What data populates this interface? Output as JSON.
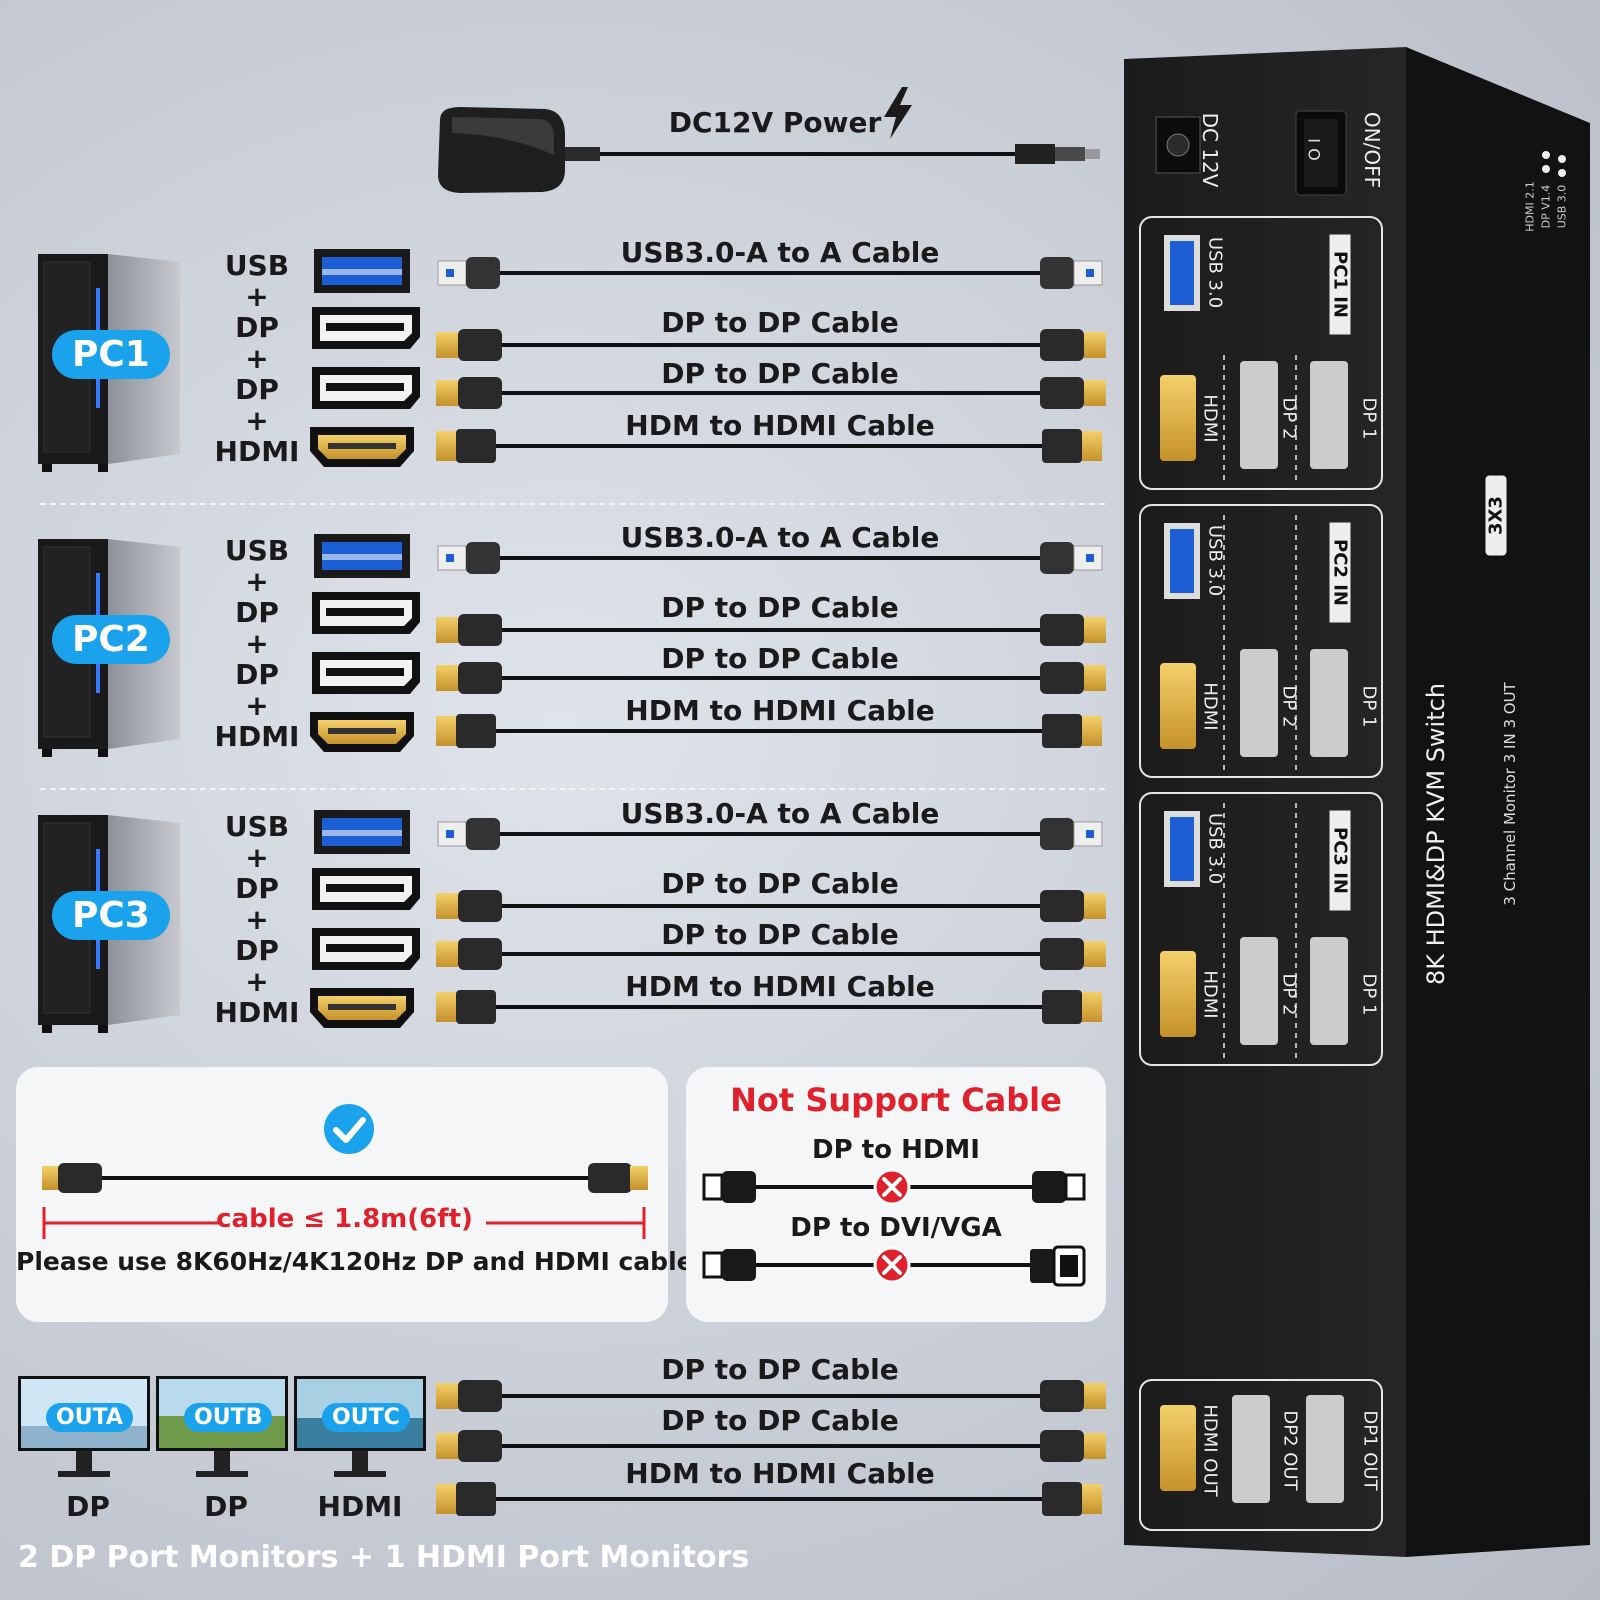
{
  "power": {
    "label": "DC12V Power"
  },
  "pcs": [
    {
      "name": "PC1",
      "stack": [
        "USB",
        "+",
        "DP",
        "+",
        "DP",
        "+",
        "HDMI"
      ],
      "cables": [
        "USB3.0-A to A Cable",
        "DP to DP Cable",
        "DP to DP Cable",
        "HDM to HDMI Cable"
      ]
    },
    {
      "name": "PC2",
      "stack": [
        "USB",
        "+",
        "DP",
        "+",
        "DP",
        "+",
        "HDMI"
      ],
      "cables": [
        "USB3.0-A to A Cable",
        "DP to DP Cable",
        "DP to DP Cable",
        "HDM to HDMI Cable"
      ]
    },
    {
      "name": "PC3",
      "stack": [
        "USB",
        "+",
        "DP",
        "+",
        "DP",
        "+",
        "HDMI"
      ],
      "cables": [
        "USB3.0-A to A Cable",
        "DP to DP Cable",
        "DP to DP Cable",
        "HDM to HDMI Cable"
      ]
    }
  ],
  "supported": {
    "length": "cable ≤ 1.8m(6ft)",
    "note": "Please use 8K60Hz/4K120Hz DP and HDMI cable"
  },
  "unsupported": {
    "title": "Not Support Cable",
    "items": [
      "DP to HDMI",
      "DP to DVI/VGA"
    ]
  },
  "monitors": [
    {
      "label": "OUTA",
      "type": "DP"
    },
    {
      "label": "OUTB",
      "type": "DP"
    },
    {
      "label": "OUTC",
      "type": "HDMI"
    }
  ],
  "out_cables": [
    "DP to DP Cable",
    "DP to DP Cable",
    "HDM to HDMI Cable"
  ],
  "footer": "2 DP Port Monitors + 1 HDMI Port Monitors",
  "device": {
    "power_port": "DC 12V",
    "switch": "ON/OFF",
    "switch_marks": "I O",
    "groups": [
      {
        "title": "PC1 IN",
        "usb": "USB 3.0",
        "hdmi": "HDMI",
        "dp2": "DP 2",
        "dp1": "DP 1"
      },
      {
        "title": "PC2 IN",
        "usb": "USB 3.0",
        "hdmi": "HDMI",
        "dp2": "DP 2",
        "dp1": "DP 1"
      },
      {
        "title": "PC3 IN",
        "usb": "USB 3.0",
        "hdmi": "HDMI",
        "dp2": "DP 2",
        "dp1": "DP 1"
      }
    ],
    "outputs": {
      "hdmi": "HDMI OUT",
      "dp2": "DP2 OUT",
      "dp1": "DP1 OUT"
    },
    "side_title": "8K HDMI&DP KVM Switch",
    "side_badge": "3X3",
    "side_sub": "3 Channel Monitor 3 IN 3 OUT",
    "spec_hdmi": "HDMI 2.1",
    "spec_dp": "DP V1.4",
    "spec_usb": "USB 3.0"
  },
  "colors": {
    "accent": "#1ba2ec",
    "warning": "#e0202a",
    "device": "#1e1e1e"
  }
}
